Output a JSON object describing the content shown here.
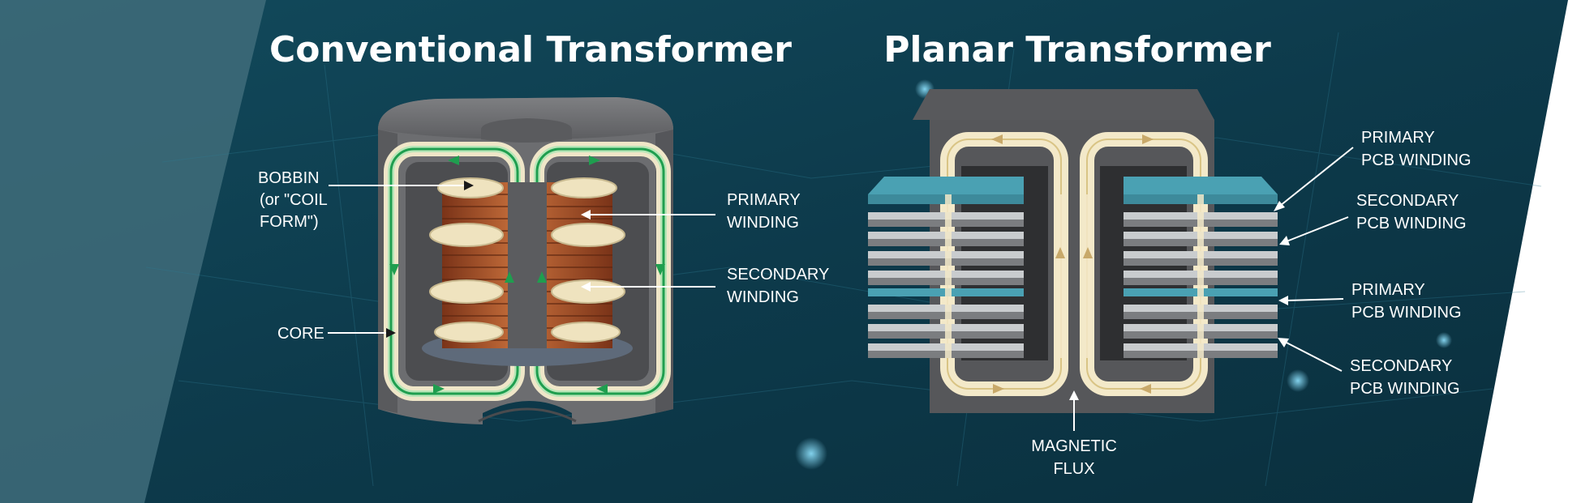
{
  "titles": {
    "conventional": "Conventional Transformer",
    "planar": "Planar Transformer"
  },
  "conventional_labels": {
    "bobbin": [
      "BOBBIN",
      "(or \"COIL",
      "FORM\")"
    ],
    "core": "CORE",
    "primary": [
      "PRIMARY",
      "WINDING"
    ],
    "secondary": [
      "SECONDARY",
      "WINDING"
    ]
  },
  "planar_labels": {
    "primary_top": [
      "PRIMARY",
      "PCB WINDING"
    ],
    "secondary_top": [
      "SECONDARY",
      "PCB WINDING"
    ],
    "primary_mid": [
      "PRIMARY",
      "PCB WINDING"
    ],
    "secondary_bottom": [
      "SECONDARY",
      "PCB WINDING"
    ],
    "flux": [
      "MAGNETIC",
      "FLUX"
    ]
  },
  "colors": {
    "background": "#0e3c4d",
    "core": "#707174",
    "flux_conventional": "#1f9e4f",
    "flux_planar": "#e8d7a4",
    "copper": "#a6542a",
    "bobbin": "#efe3bf",
    "pcb_primary": "#4aa1b3",
    "pcb_secondary": "#c9ccce"
  }
}
